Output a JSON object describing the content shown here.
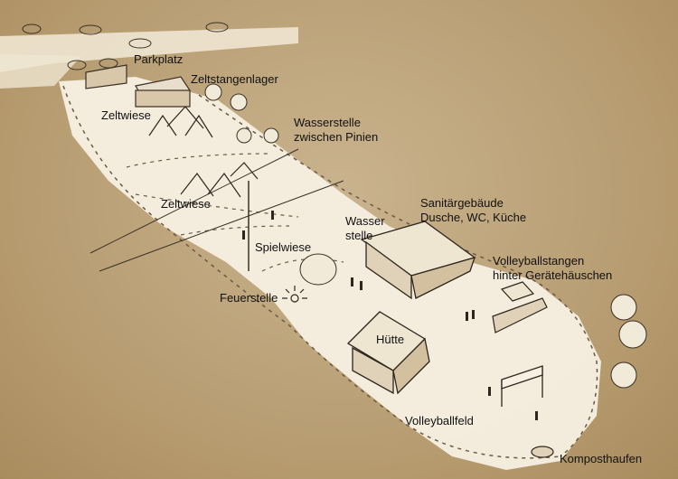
{
  "labels": {
    "parkplatz": "Parkplatz",
    "zeltstangenlager": "Zeltstangenlager",
    "zeltwiese_1": "Zeltwiese",
    "wasserstelle_pinien": [
      "Wasserstelle",
      "zwischen Pinien"
    ],
    "zeltwiese_2": "Zeltwiese",
    "sanitaer": [
      "Sanitärgebäude",
      "Dusche, WC, Küche"
    ],
    "wasserstelle": [
      "Wasser",
      "stelle"
    ],
    "spielwiese": "Spielwiese",
    "volleyballstangen": [
      "Volleyballstangen",
      "hinter Gerätehäuschen"
    ],
    "feuerstelle": "Feuerstelle",
    "huette": "Hütte",
    "volleyballfeld": "Volleyballfeld",
    "komposthaufen": "Komposthaufen"
  },
  "colors": {
    "background": "#b59a6e",
    "ground": "#f7f0e3",
    "ink": "#3a3025",
    "label": "#111111"
  },
  "icons": [
    "tent-icon",
    "tree-icon",
    "building-icon",
    "car-icon",
    "campfire-icon",
    "person-icon",
    "volleyball-net-icon",
    "compost-icon"
  ]
}
